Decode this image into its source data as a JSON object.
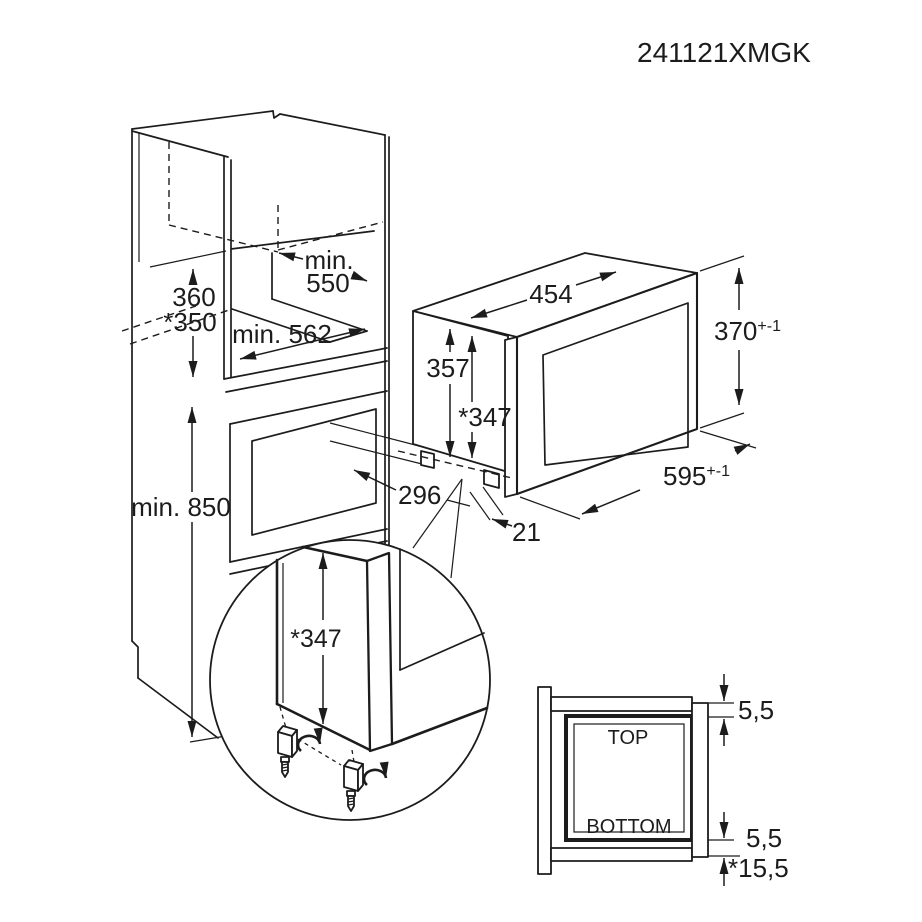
{
  "title": "241121XMGK",
  "cabinet": {
    "niche_width_line1": "min.",
    "niche_width_line2": "550",
    "niche_depth": "min. 562",
    "niche_height": "360",
    "niche_height_alt": "*350",
    "plinth_height": "min. 850"
  },
  "oven": {
    "body_width": "454",
    "body_height": "357",
    "body_height_adjusted": "*347",
    "front_height": "370",
    "front_height_tol": "+-1",
    "front_width": "595",
    "front_width_tol": "+-1",
    "setback": "296",
    "front_protrusion": "21"
  },
  "detail_circle": {
    "adjusted_height": "*347"
  },
  "section_view": {
    "top_label": "TOP",
    "bottom_label": "BOTTOM",
    "top_overlap": "5,5",
    "bottom_overlap": "5,5",
    "bottom_total": "*15,5"
  },
  "colors": {
    "line": "#1c1c1c",
    "background": "#ffffff"
  }
}
